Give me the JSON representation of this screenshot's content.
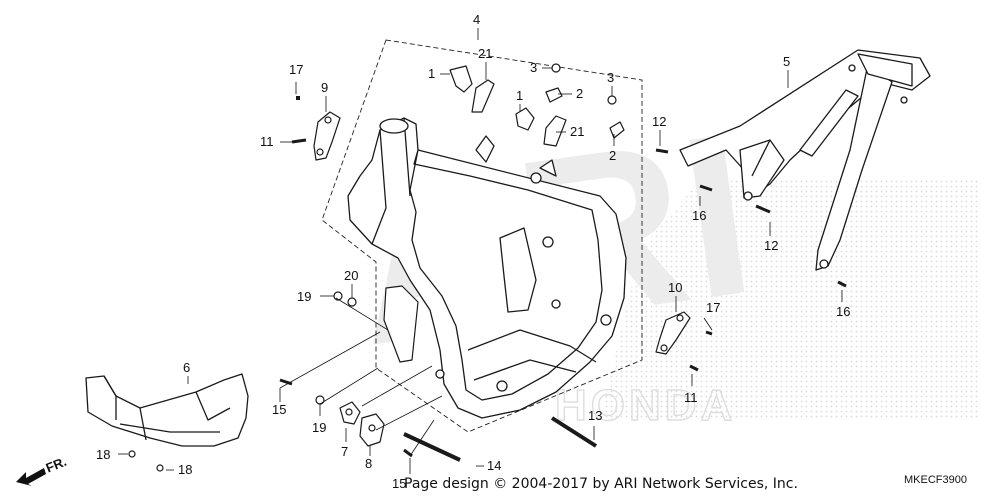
{
  "diagram": {
    "callouts": {
      "c1a": "1",
      "c1b": "1",
      "c2a": "2",
      "c2b": "2",
      "c3a": "3",
      "c3b": "3",
      "c4": "4",
      "c5": "5",
      "c6": "6",
      "c7": "7",
      "c8": "8",
      "c9": "9",
      "c10": "10",
      "c11a": "11",
      "c11b": "11",
      "c12a": "12",
      "c12b": "12",
      "c13": "13",
      "c14": "14",
      "c15a": "15",
      "c15b": "15",
      "c16a": "16",
      "c16b": "16",
      "c17a": "17",
      "c17b": "17",
      "c18a": "18",
      "c18b": "18",
      "c19a": "19",
      "c19b": "19",
      "c20": "20",
      "c21a": "21",
      "c21b": "21"
    },
    "direction_label": "FR.",
    "watermark_text": "ARI",
    "brand_text": "HONDA",
    "footer_text": "Page design © 2004-2017 by ARI Network Services, Inc.",
    "diagram_code": "MKECF3900"
  },
  "colors": {
    "line": "#1a1a1a",
    "part_fill": "#ffffff",
    "watermark": "#e6e6e6",
    "stipple": "#d8d8d8"
  }
}
